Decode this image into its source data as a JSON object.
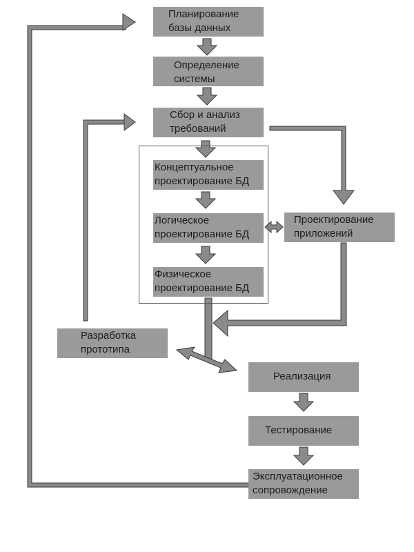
{
  "blocks": {
    "planning": [
      "Планирование",
      "базы данных"
    ],
    "definition": [
      "Определение",
      "системы"
    ],
    "requirements": [
      "Сбор и анализ",
      "требований"
    ],
    "conceptual": [
      "Концептуальное",
      "проектирование БД"
    ],
    "logical": [
      "Логическое",
      "проектирование БД"
    ],
    "physical": [
      "Физическое",
      "проектирование БД"
    ],
    "app_design": [
      "Проектирование",
      "приложений"
    ],
    "prototype": [
      "Разработка",
      "прототипа"
    ],
    "implementation": [
      "Реализация"
    ],
    "testing": [
      "Тестирование"
    ],
    "maintenance": [
      "Эксплуатационное",
      "сопровождение"
    ]
  }
}
